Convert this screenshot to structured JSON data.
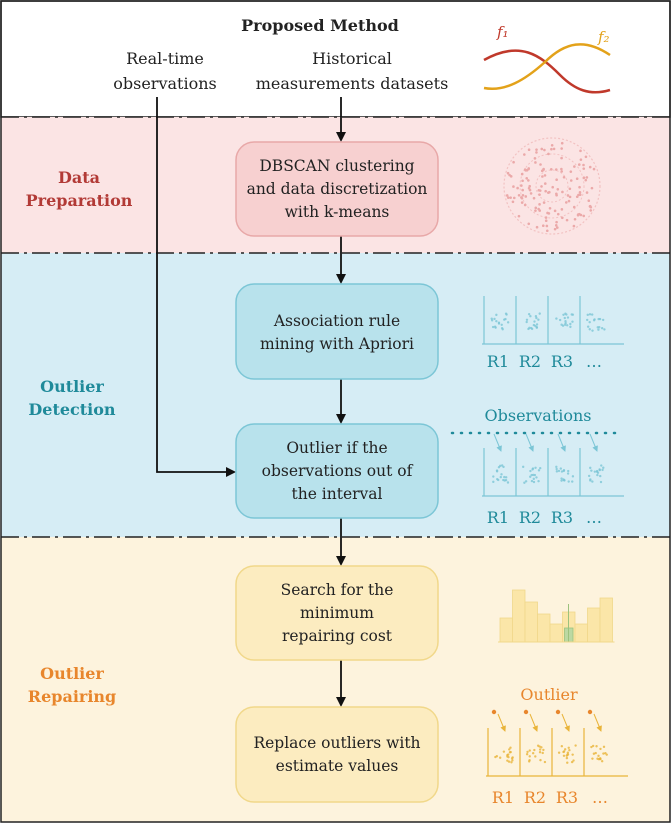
{
  "header": {
    "title": "Proposed Method",
    "realtime_line1": "Real-time",
    "realtime_line2": "observations",
    "historical_line1": "Historical",
    "historical_line2": "measurements datasets",
    "f1_label": "f₁",
    "f2_label": "f₂"
  },
  "sections": {
    "data_preparation": {
      "line1": "Data",
      "line2": "Preparation",
      "color": "#b23a36"
    },
    "outlier_detection": {
      "line1": "Outlier",
      "line2": "Detection",
      "color": "#1f8a9a"
    },
    "outlier_repairing": {
      "line1": "Outlier",
      "line2": "Repairing",
      "color": "#e8862c"
    }
  },
  "boxes": {
    "dbscan": {
      "line1": "DBSCAN clustering",
      "line2": "and data discretization",
      "line3": "with k-means"
    },
    "association": {
      "line1": "Association rule",
      "line2": "mining with Apriori"
    },
    "outlier_check": {
      "line1": "Outlier if the",
      "line2": "observations out of",
      "line3": "the interval"
    },
    "search": {
      "line1": "Search for the",
      "line2": "minimum",
      "line3": "repairing cost"
    },
    "replace": {
      "line1": "Replace outliers with",
      "line2": "estimate values"
    }
  },
  "illustrations": {
    "rules_labels": [
      "R1",
      "R2",
      "R3",
      "…"
    ],
    "observations_label": "Observations",
    "outlier_label": "Outlier"
  },
  "colors": {
    "red_band": "#fbe4e4",
    "teal_band": "#d6edf5",
    "orange_band": "#fdf3dd",
    "f1_curve": "#c0392b",
    "f2_curve": "#e3a21a"
  }
}
